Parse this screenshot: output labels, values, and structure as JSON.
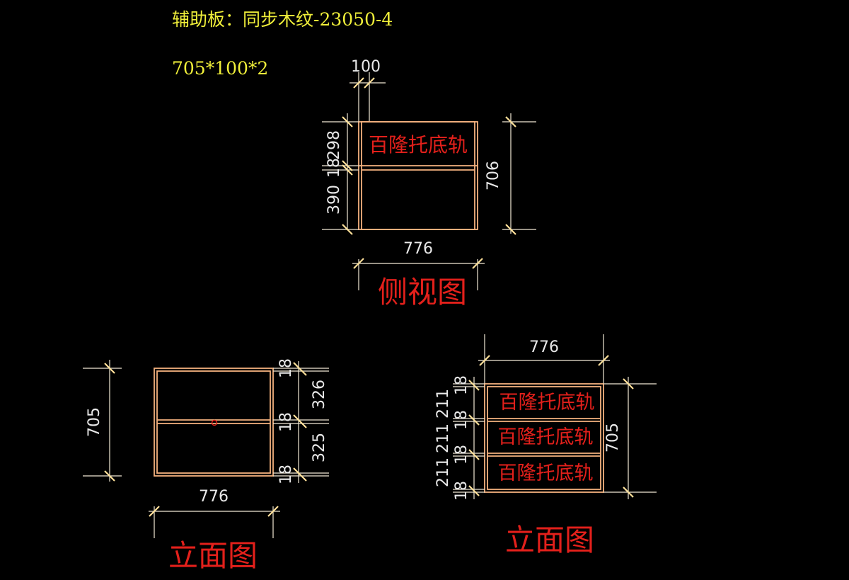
{
  "header": {
    "title": "辅助板：同步木纹-23050-4",
    "spec": "705*100*2"
  },
  "side_view": {
    "top_dim": "100",
    "drawer_label": "百隆托底轨",
    "dim_upper": "298",
    "dim_mid": "18",
    "dim_lower": "390",
    "height": "706",
    "width": "776",
    "caption": "侧视图"
  },
  "front_view_left": {
    "height": "705",
    "width": "776",
    "dim_t1": "18",
    "dim_s1": "326",
    "dim_t2": "18",
    "dim_s2": "325",
    "dim_t3": "18",
    "caption": "立面图"
  },
  "front_view_right": {
    "width": "776",
    "height": "705",
    "drawer_labels": [
      "百隆托底轨",
      "百隆托底轨",
      "百隆托底轨"
    ],
    "dim_t1": "18",
    "dim_s1": "211",
    "dim_t2": "18",
    "dim_s2": "211",
    "dim_t3": "18",
    "dim_s3": "211",
    "dim_t4": "18",
    "caption": "立面图"
  },
  "colors": {
    "background": "#000000",
    "note_text": "#f0ef3a",
    "label_red": "#e3201b",
    "outline": "#f4b27f",
    "dimension": "#f2ead6"
  }
}
